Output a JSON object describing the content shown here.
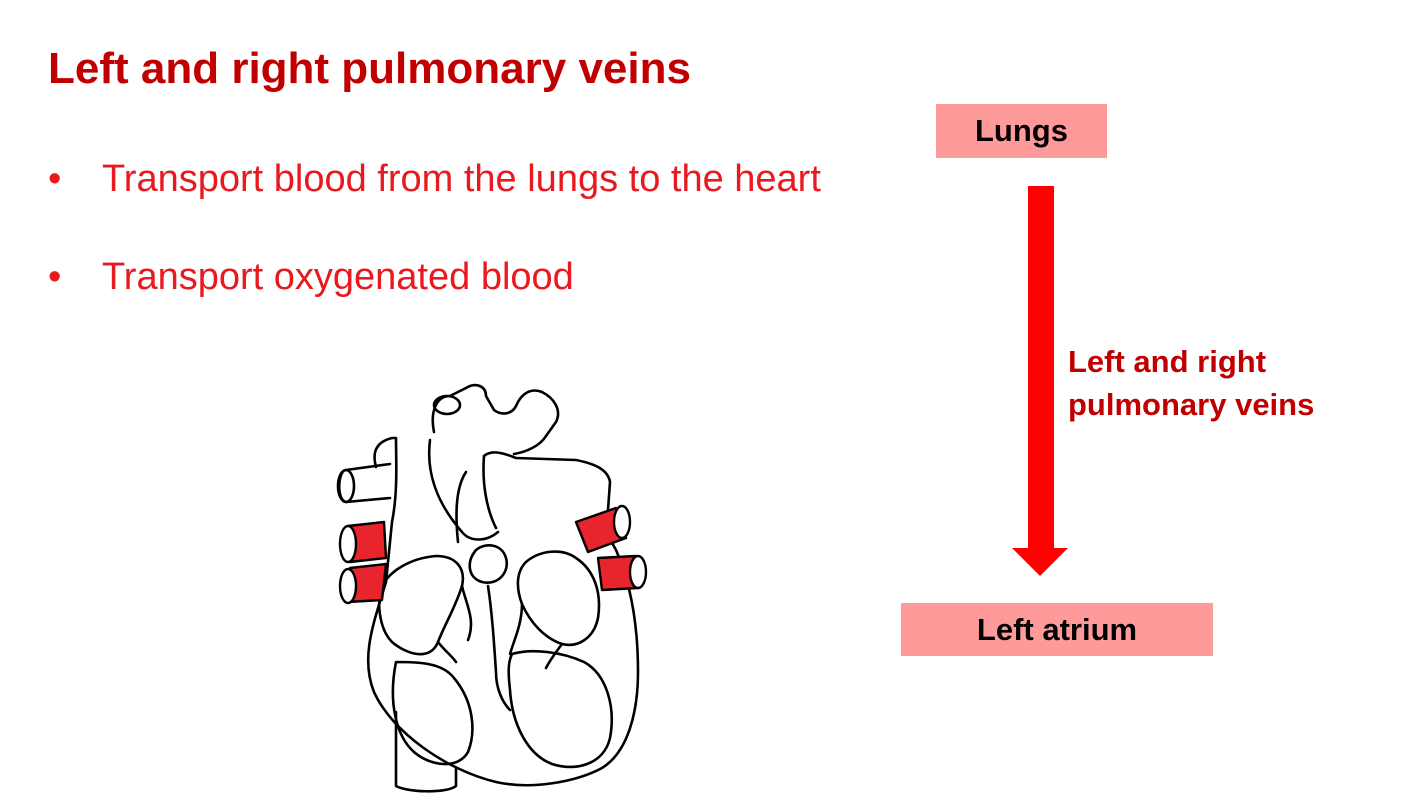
{
  "title": "Left and right pulmonary veins",
  "bullets": [
    {
      "marker": "•",
      "text": "Transport blood from the lungs to the heart"
    },
    {
      "marker": "•",
      "text": "Transport oxygenated blood"
    }
  ],
  "flow": {
    "top_box": "Lungs",
    "arrow_label_line1": "Left and right",
    "arrow_label_line2": "pulmonary veins",
    "bottom_box": "Left atrium"
  },
  "colors": {
    "title": "#c00000",
    "bullet_text": "#e8191f",
    "box_fill": "#ff9a9a",
    "arrow": "#ff0000",
    "vein_highlight": "#e8252c"
  },
  "icons": [
    "heart-diagram-icon",
    "down-arrow-icon"
  ]
}
